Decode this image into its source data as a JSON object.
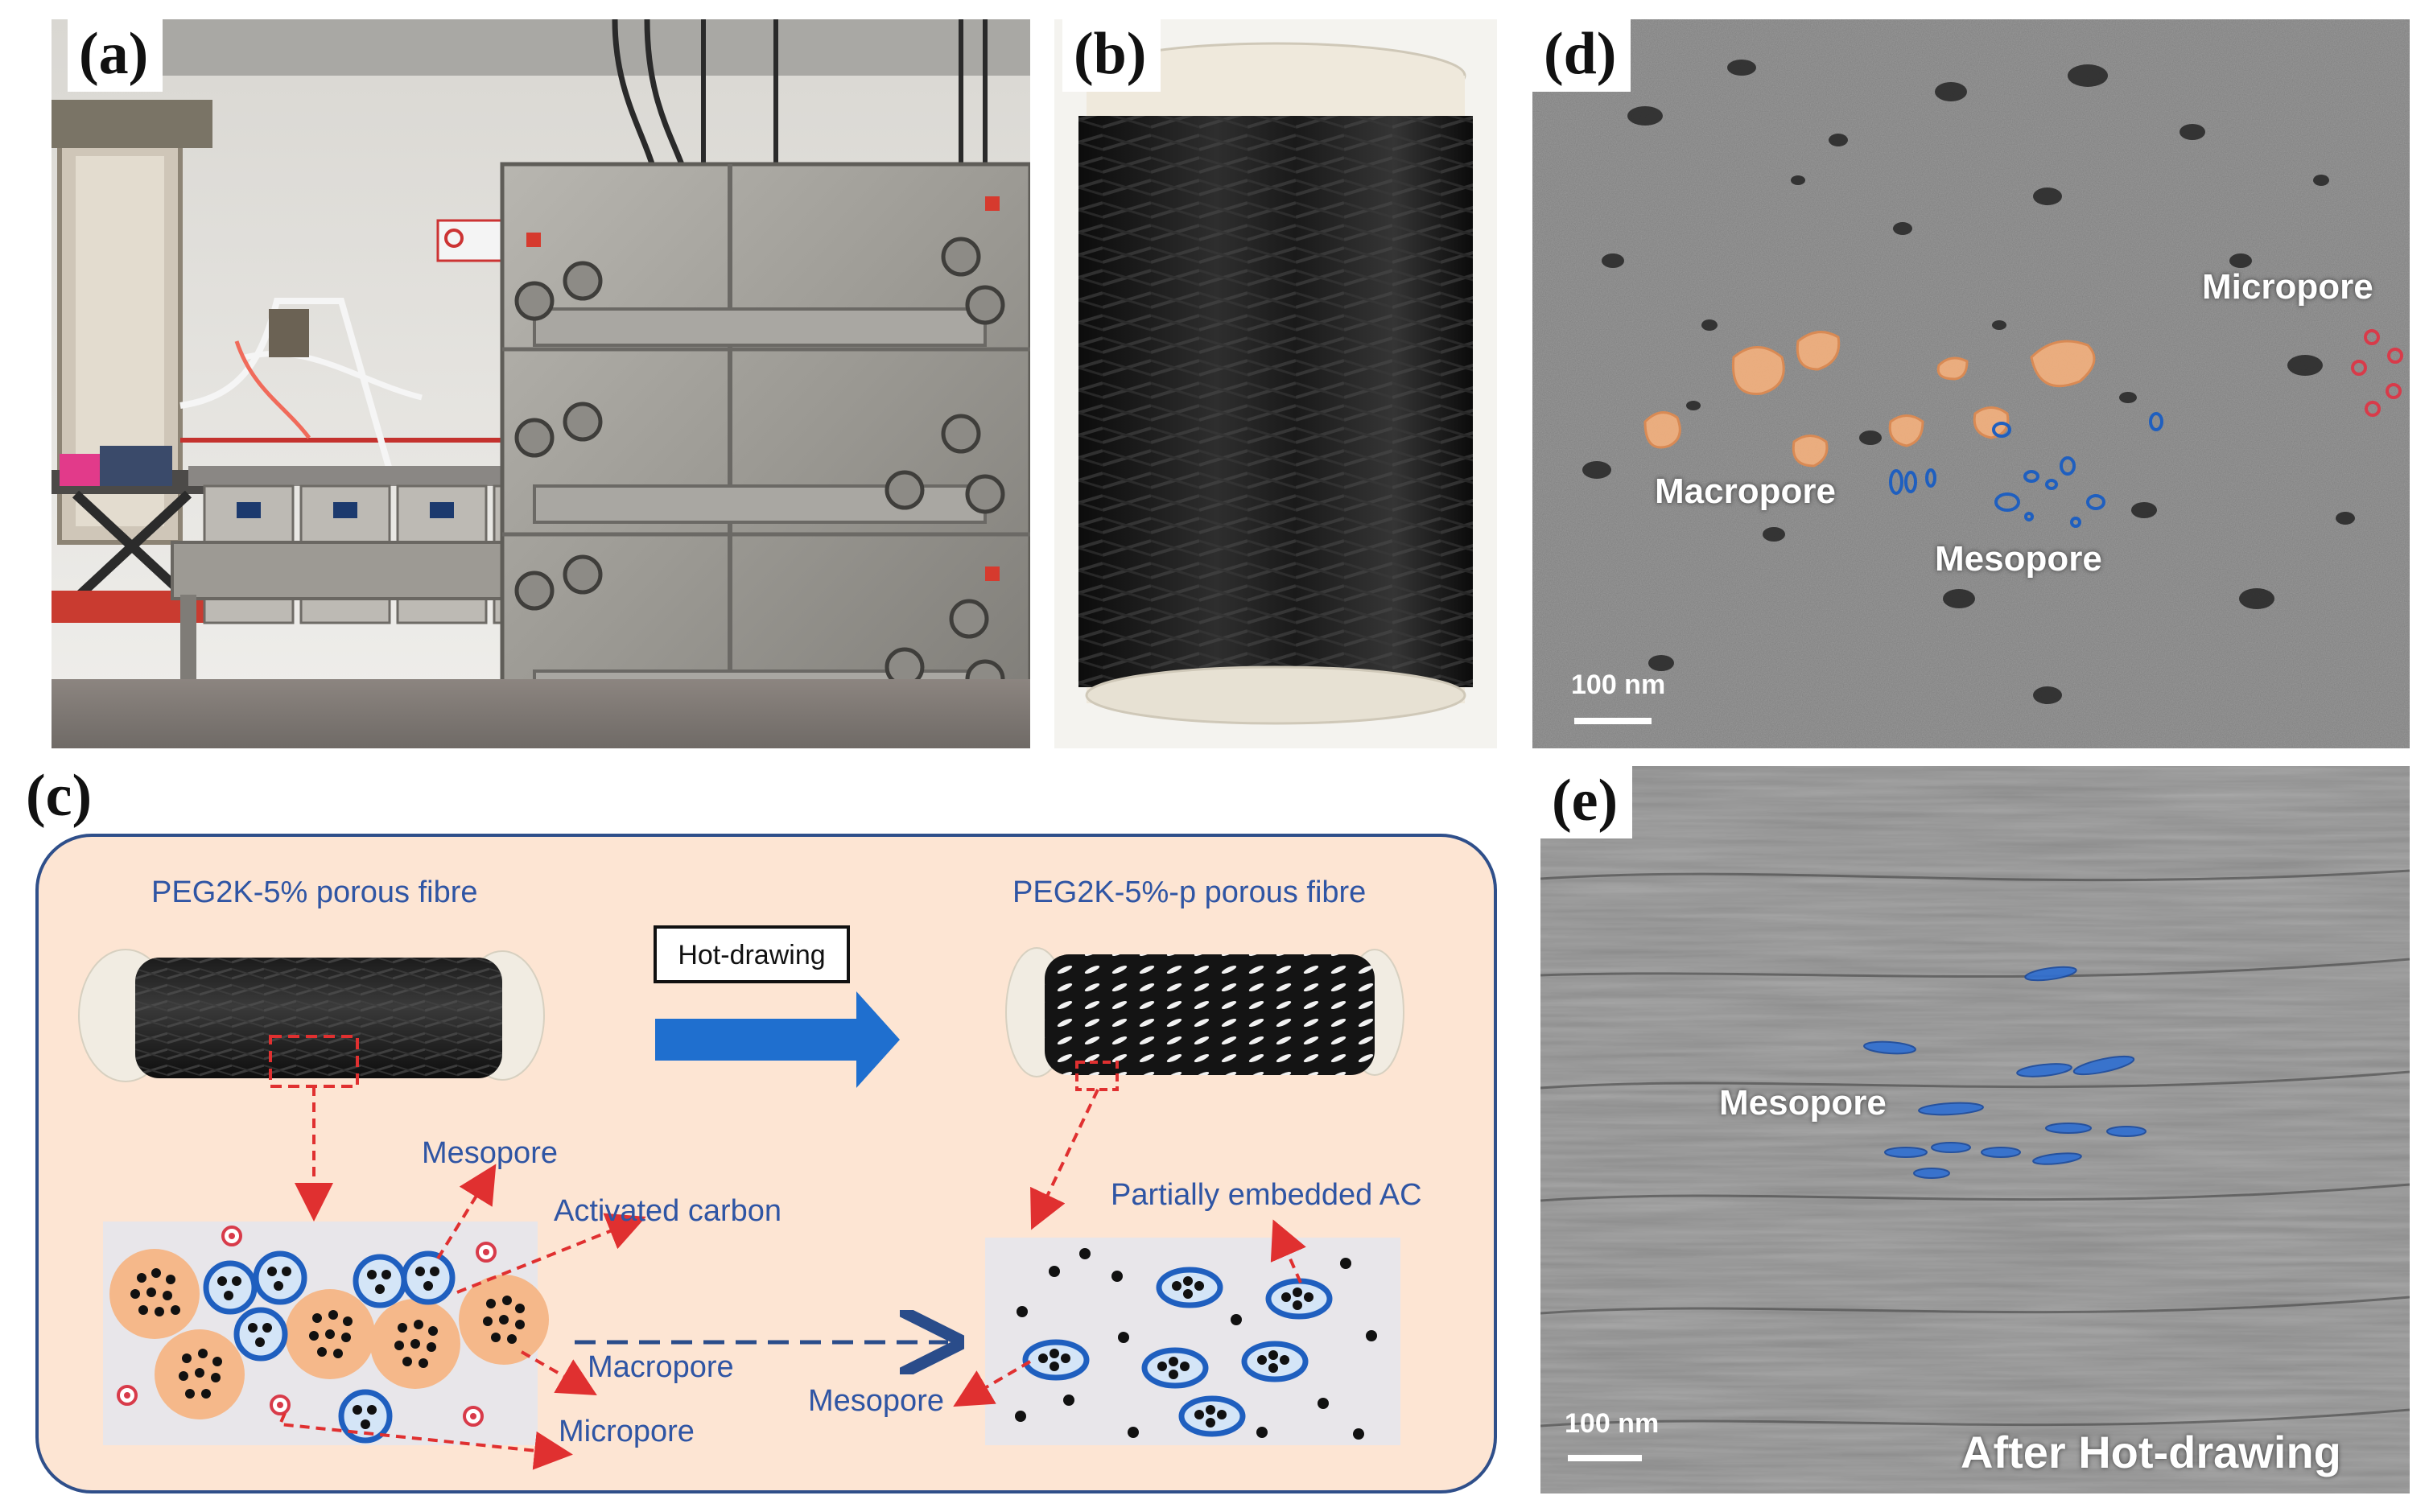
{
  "panels": {
    "a": {
      "letter": "(a)"
    },
    "b": {
      "letter": "(b)"
    },
    "c": {
      "letter": "(c)",
      "left_title": "PEG2K-5% porous fibre",
      "right_title": "PEG2K-5%-p porous fibre",
      "arrow_label": "Hot-drawing",
      "labels": {
        "mesopore_left": "Mesopore",
        "activated_carbon": "Activated carbon",
        "macropore": "Macropore",
        "micropore": "Micropore",
        "partially_embedded": "Partially embedded AC",
        "mesopore_right": "Mesopore"
      }
    },
    "d": {
      "letter": "(d)",
      "labels": {
        "micropore": "Micropore",
        "macropore": "Macropore",
        "mesopore": "Mesopore"
      },
      "scale": "100 nm"
    },
    "e": {
      "letter": "(e)",
      "labels": {
        "mesopore": "Mesopore",
        "caption": "After Hot-drawing"
      },
      "scale": "100 nm"
    }
  },
  "colors": {
    "macropore": "#f2b07e",
    "mesopore": "#1f5fbf",
    "micropore": "#d83b4a",
    "panel_c_bg": "#fde5d3",
    "panel_c_border": "#2f4f8a",
    "label_blue": "#2f55a4",
    "hot_arrow": "#1f6fcf"
  }
}
